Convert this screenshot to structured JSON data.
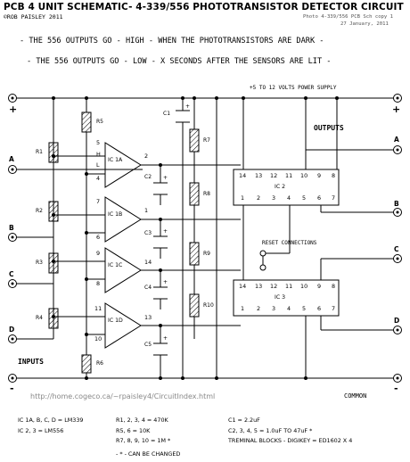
{
  "header": {
    "title": "PCB 4 UNIT SCHEMATIC- 4-339/556 PHOTOTRANSISTOR DETECTOR CIRCUIT",
    "copyright": "©ROB PAISLEY 2011",
    "file_ref": "Photo 4-339/556 PCB Sch copy 1",
    "date": "27 January, 2011"
  },
  "notes": {
    "dark": "- THE 556 OUTPUTS GO - HIGH - WHEN THE PHOTOTRANSISTORS ARE DARK -",
    "lit": "- THE 556 OUTPUTS GO - LOW - X SECONDS AFTER THE SENSORS ARE LIT -"
  },
  "labels": {
    "supply": "+5 TO 12 VOLTS POWER SUPPLY",
    "outputs": "OUTPUTS",
    "inputs": "INPUTS",
    "reset": "RESET CONNECTIONS",
    "common": "COMMON",
    "plus": "+",
    "minus": "-",
    "url": "http://home.cogeco.ca/~rpaisley4/CircuitIndex.html"
  },
  "terminals": {
    "inputs": [
      "A",
      "B",
      "C",
      "D"
    ],
    "outputs": [
      "A",
      "B",
      "C",
      "D"
    ]
  },
  "components": {
    "resistors": [
      "R1",
      "R2",
      "R3",
      "R4",
      "R5",
      "R6",
      "R7",
      "R8",
      "R9",
      "R10"
    ],
    "capacitors": [
      "C1",
      "C2",
      "C3",
      "C4",
      "C5"
    ],
    "comparators": [
      "IC 1A",
      "IC 1B",
      "IC 1C",
      "IC 1D"
    ],
    "timers": [
      "IC 2",
      "IC 3"
    ],
    "timer_pins_top": [
      "14",
      "13",
      "12",
      "11",
      "10",
      "9",
      "8"
    ],
    "timer_pins_bottom": [
      "1",
      "2",
      "3",
      "4",
      "5",
      "6",
      "7"
    ],
    "comparator_pins": [
      {
        "plus": "5",
        "minus": "4",
        "out": "2"
      },
      {
        "plus": "7",
        "minus": "6",
        "out": "1"
      },
      {
        "plus": "9",
        "minus": "8",
        "out": "14"
      },
      {
        "plus": "11",
        "minus": "10",
        "out": "13"
      }
    ],
    "cap_plus": "+",
    "pin_h": "H",
    "pin_l": "L"
  },
  "bom": {
    "col1": [
      "IC 1A, B, C, D = LM339",
      "IC 2, 3 = LM556"
    ],
    "col2": [
      "R1, 2, 3, 4 = 470K",
      "R5, 6 = 10K",
      "R7, 8, 9, 10 = 1M *"
    ],
    "col3": [
      "C1 = 2.2uF",
      "C2, 3, 4, 5 = 1.0uF TO 47uF *",
      "TREMINAL BLOCKS - DIGIKEY = ED1602 X 4"
    ],
    "footnote": "- * - CAN BE CHANGED"
  }
}
